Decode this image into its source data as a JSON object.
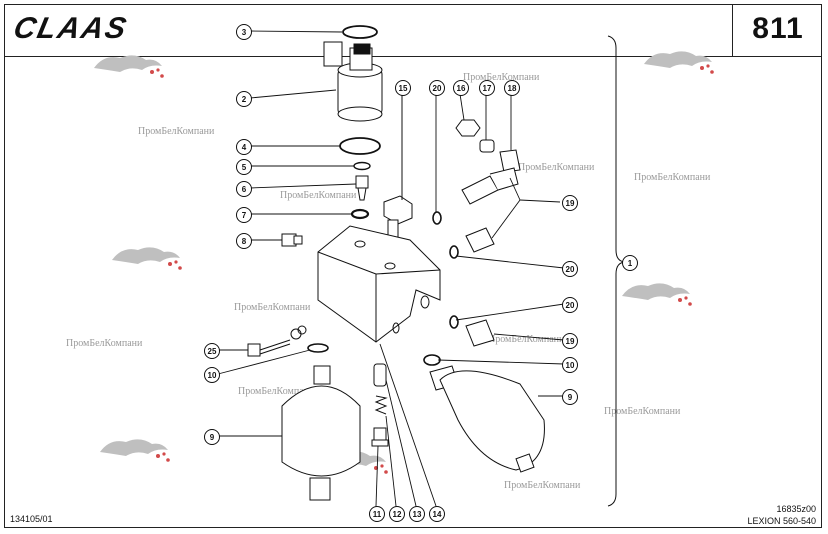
{
  "header": {
    "brand": "CLAAS",
    "page_number": "811"
  },
  "footer": {
    "left_code": "134105/01",
    "right_code": "16835z00",
    "model": "LEXION 560-540"
  },
  "watermark_text": "ПромБелКомпани",
  "callouts": [
    "3",
    "2",
    "4",
    "5",
    "6",
    "7",
    "8",
    "15",
    "20",
    "16",
    "17",
    "18",
    "19",
    "20",
    "1",
    "20",
    "19",
    "10",
    "9",
    "25",
    "10",
    "9",
    "11",
    "12",
    "13",
    "14"
  ],
  "colors": {
    "line": "#111111",
    "watermark": "#9a9a9a",
    "watermark_logo": "#d24a4a"
  }
}
